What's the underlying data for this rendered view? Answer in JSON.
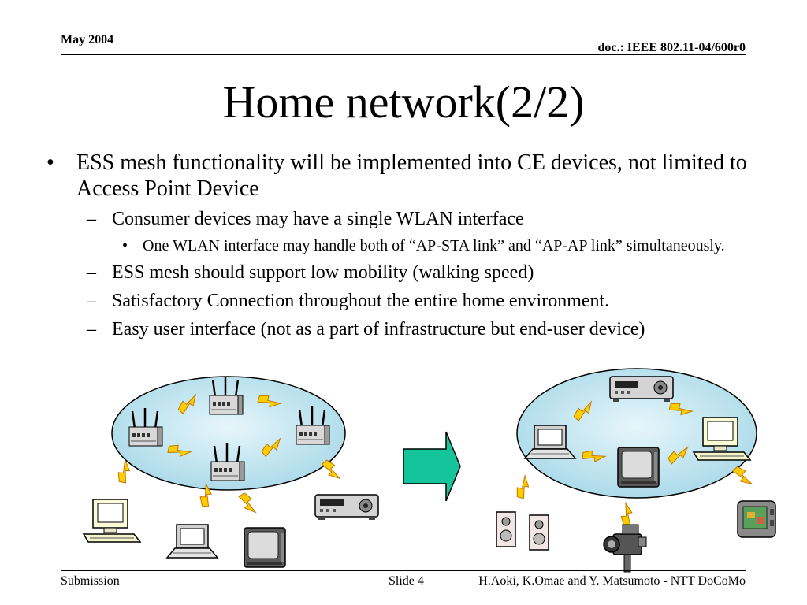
{
  "header": {
    "date": "May 2004",
    "doc": "doc.: IEEE 802.11-04/600r0"
  },
  "title": "Home network(2/2)",
  "bullets": {
    "l1_marker": "•",
    "l2_marker": "–",
    "l3_marker": "•",
    "main": "ESS mesh functionality will be implemented into CE devices, not limited to Access Point Device",
    "sub1": "Consumer devices may have a single WLAN interface",
    "sub1_detail": "One WLAN interface may handle both of “AP-STA link” and “AP-AP link” simultaneously.",
    "sub2": "ESS mesh should support low mobility (walking speed)",
    "sub3": "Satisfactory Connection throughout the entire home environment.",
    "sub4": "Easy user interface (not as a part of infrastructure but end-user device)"
  },
  "footer": {
    "left": "Submission",
    "center": "Slide 4",
    "right": "H.Aoki, K.Omae and Y. Matsumoto -  NTT DoCoMo"
  },
  "colors": {
    "cloud_fill": "#bde3ee",
    "arrow_fill": "#14c49a",
    "lightning": "#ffcc00",
    "lightning_stroke": "#c07800"
  },
  "icons": {
    "left_mesh": [
      "access-point-icon",
      "access-point-icon",
      "access-point-icon",
      "access-point-icon"
    ],
    "left_clients": [
      "desktop-pc-icon",
      "laptop-icon",
      "tv-icon",
      "vcr-icon"
    ],
    "right_mesh": [
      "vcr-icon",
      "laptop-icon",
      "desktop-pc-icon",
      "tv-icon"
    ],
    "right_clients": [
      "speakers-icon",
      "camcorder-icon",
      "pda-icon"
    ],
    "transition": "right-arrow-icon"
  }
}
